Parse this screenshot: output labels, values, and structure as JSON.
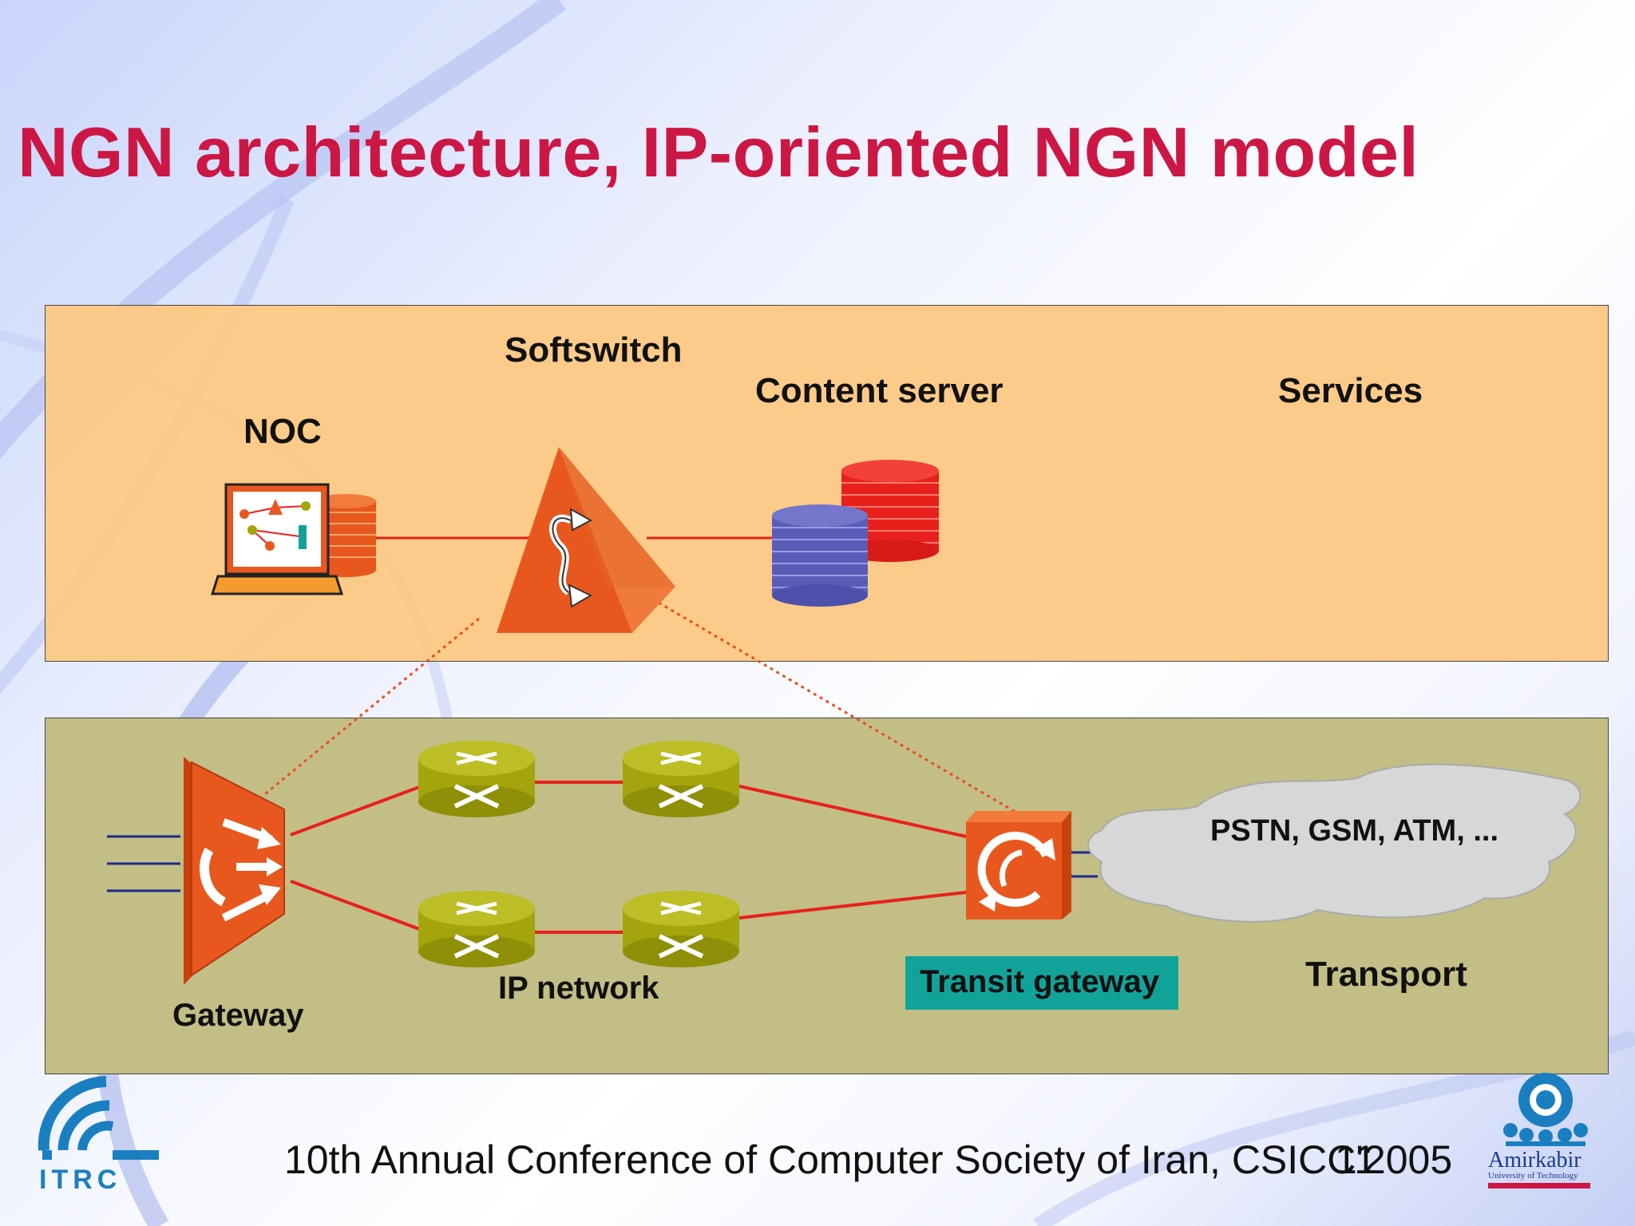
{
  "slide": {
    "title": "NGN architecture, IP-oriented NGN model",
    "footer": "10th Annual Conference of Computer Society of Iran, CSICC'2005",
    "page_number": "11"
  },
  "diagram": {
    "services_layer": {
      "label": "Services",
      "nodes": {
        "noc": "NOC",
        "softswitch": "Softswitch",
        "content_server": "Content server"
      }
    },
    "transport_layer": {
      "label": "Transport",
      "nodes": {
        "gateway": "Gateway",
        "ip_network": "IP network",
        "transit_gateway": "Transit gateway",
        "cloud": "PSTN, GSM, ATM, ..."
      }
    },
    "colors": {
      "title": "#cc1745",
      "services_bg": "#fdca86",
      "transport_bg": "#c2be86",
      "link_red": "#e8201c",
      "device_orange": "#e8581e",
      "router_olive": "#a4a40c",
      "transit_label_bg": "#11a39a"
    }
  },
  "logos": {
    "left": {
      "name": "itrc-logo",
      "text": "ITRC"
    },
    "right": {
      "name": "amirkabir-logo",
      "text": "Amirkabir",
      "subtext": "University of Technology"
    }
  }
}
